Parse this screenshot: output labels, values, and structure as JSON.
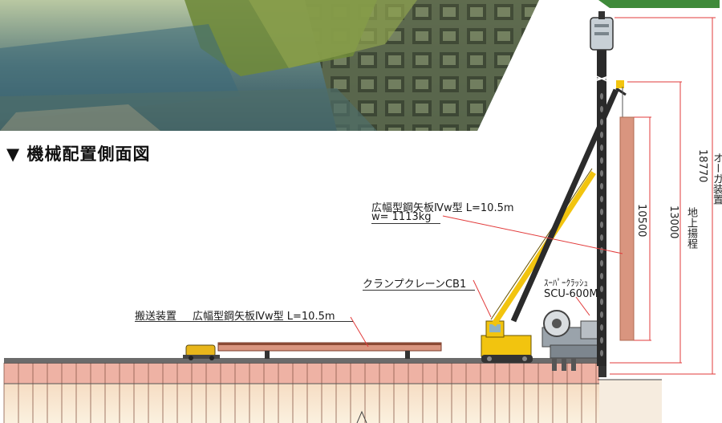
{
  "section_title": "▼ 機械配置側面図",
  "labels": {
    "pile_standing_line1": "広幅型鋼矢板Ⅳw型 L=10.5m",
    "pile_standing_line2": "w= 1113kg",
    "crawler_crane": "クランプクレーンCB1",
    "super_crush_line1": "ｽｰﾊﾟｰｸﾗｯｼｭ",
    "super_crush_line2": "SCU-600M",
    "transport_device": "搬送装置",
    "pile_lying": "広幅型鋼矢板Ⅳw型 L=10.5m"
  },
  "dimensions": {
    "pile_length": "10500",
    "height_above_ground": "13000",
    "height_above_ground_label": "地上揚程",
    "auger_height": "18770",
    "auger_label": "オーガ装置"
  },
  "colors": {
    "pile": "#d9957f",
    "pile_outline": "#b06a52",
    "ground_band": "#e8a89a",
    "crane_yellow": "#f2c40f",
    "boom_dark": "#2b2b2b",
    "dim_red": "#e23b3b",
    "grass": "#6f8a3b",
    "water": "#3d6a7a"
  }
}
